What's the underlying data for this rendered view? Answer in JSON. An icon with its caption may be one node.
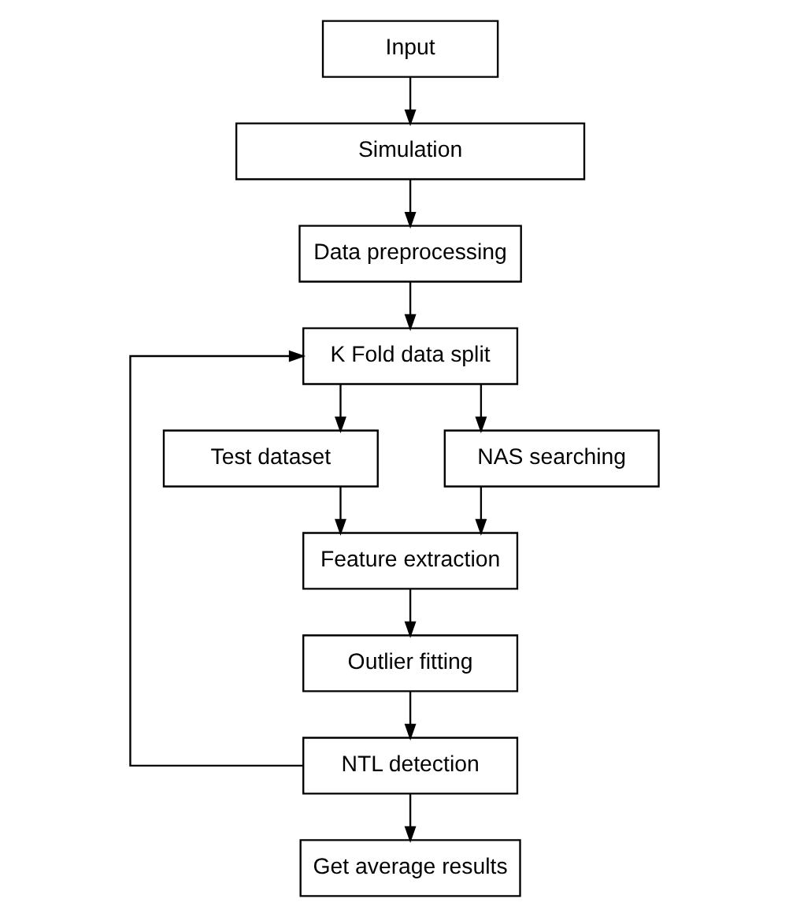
{
  "diagram": {
    "nodes": [
      {
        "text": [
          "Input"
        ]
      },
      {
        "text": [
          "Simulation"
        ]
      },
      {
        "text": [
          "Data preprocessing"
        ]
      },
      {
        "text": [
          "K Fold data split"
        ]
      },
      {
        "text": [
          "Test dataset"
        ]
      },
      {
        "text": [
          "NAS searching"
        ]
      },
      {
        "text": [
          "Feature extraction"
        ]
      },
      {
        "text": [
          "Outlier fitting"
        ]
      },
      {
        "text": [
          "NTL detection"
        ]
      },
      {
        "text": [
          "Get average results"
        ]
      }
    ],
    "edges": [
      {
        "from": 0,
        "to": 1,
        "arrow": "to"
      },
      {
        "from": 1,
        "to": 2,
        "arrow": "to"
      },
      {
        "from": 2,
        "to": 3,
        "arrow": "to"
      },
      {
        "from": 3,
        "to": 4,
        "arrow": "to"
      },
      {
        "from": 3,
        "to": 5,
        "arrow": "to"
      },
      {
        "from": 4,
        "to": 6,
        "arrow": "to"
      },
      {
        "from": 5,
        "to": 6,
        "arrow": "to"
      },
      {
        "from": 6,
        "to": 7,
        "arrow": "to"
      },
      {
        "from": 7,
        "to": 8,
        "arrow": "to"
      },
      {
        "from": 8,
        "to": 9,
        "arrow": "to"
      },
      {
        "from": 8,
        "to": 3,
        "arrow": "to"
      }
    ]
  }
}
